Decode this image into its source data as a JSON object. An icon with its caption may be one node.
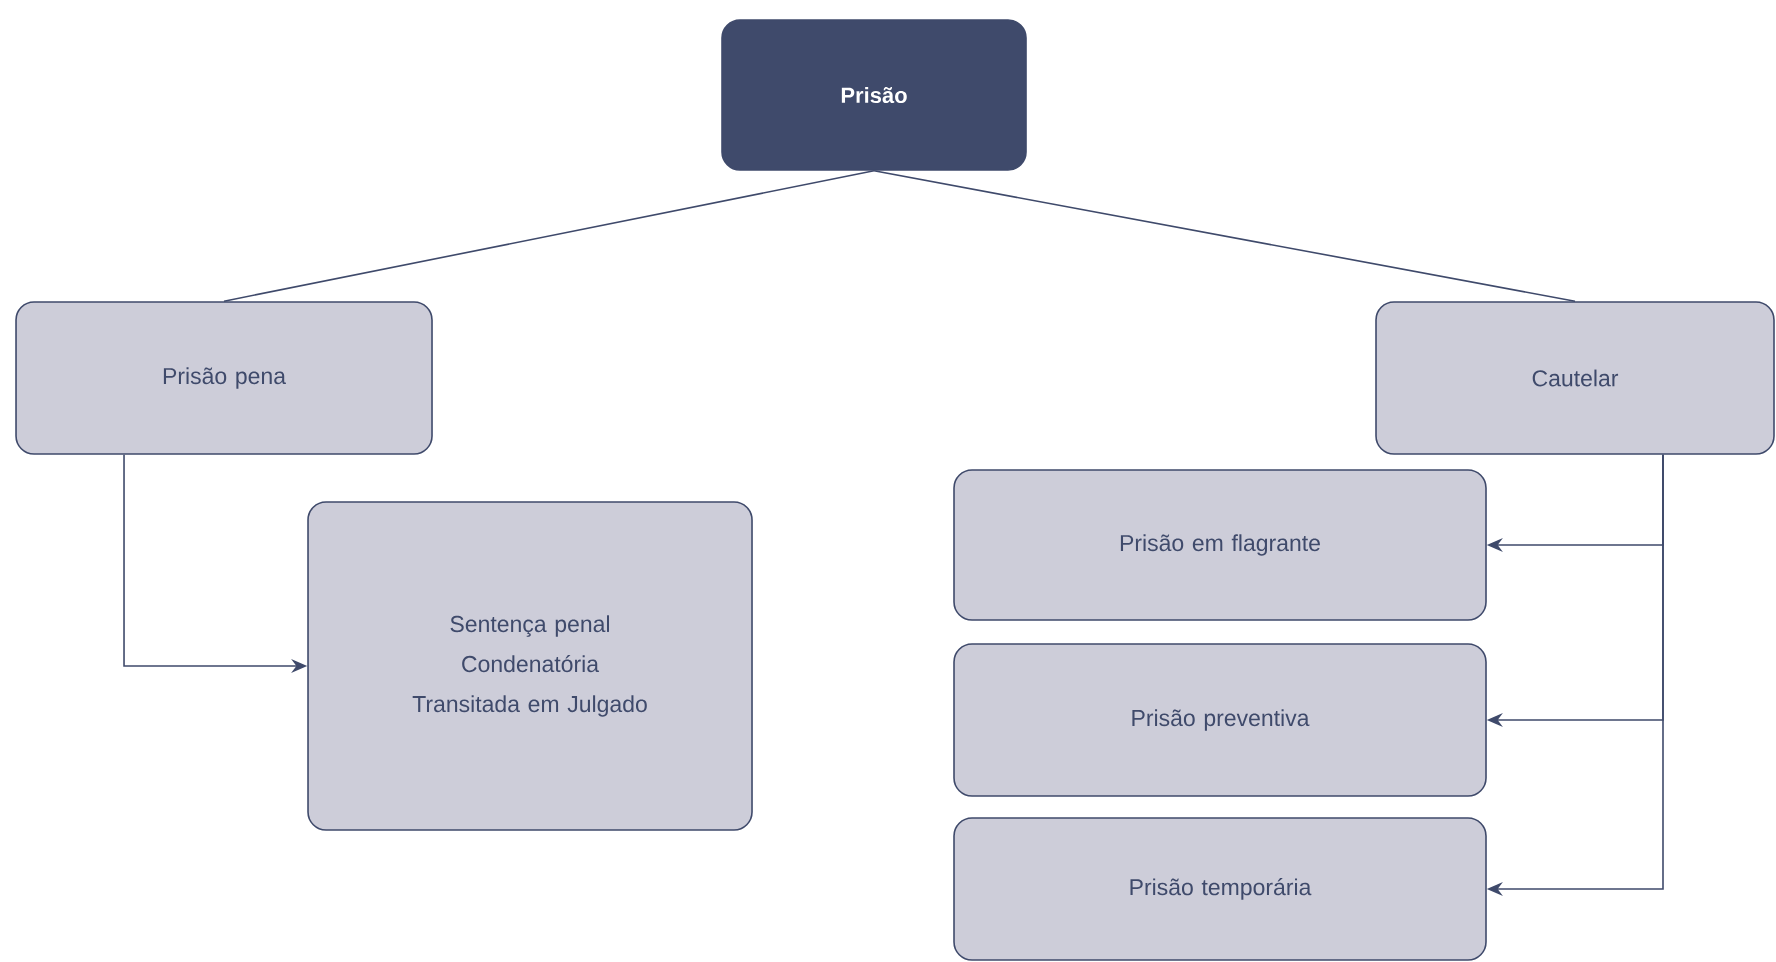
{
  "diagram": {
    "nodes": [
      {
        "text": [
          "Prisão"
        ]
      },
      {
        "text": [
          "Prisão pena"
        ]
      },
      {
        "text": [
          "Cautelar"
        ]
      },
      {
        "text": [
          "Sentença penal Condenatória Transitada em Julgado"
        ]
      },
      {
        "text": [
          "Prisão em flagrante"
        ]
      },
      {
        "text": [
          "Prisão preventiva"
        ]
      },
      {
        "text": [
          "Prisão temporária"
        ]
      }
    ],
    "edges": [
      {
        "from": 0,
        "to": 1,
        "arrow": "none"
      },
      {
        "from": 0,
        "to": 2,
        "arrow": "none"
      },
      {
        "from": 1,
        "to": 3,
        "arrow": "to"
      },
      {
        "from": 2,
        "to": 4,
        "arrow": "to"
      },
      {
        "from": 2,
        "to": 5,
        "arrow": "to"
      },
      {
        "from": 2,
        "to": 6,
        "arrow": "to"
      }
    ]
  }
}
